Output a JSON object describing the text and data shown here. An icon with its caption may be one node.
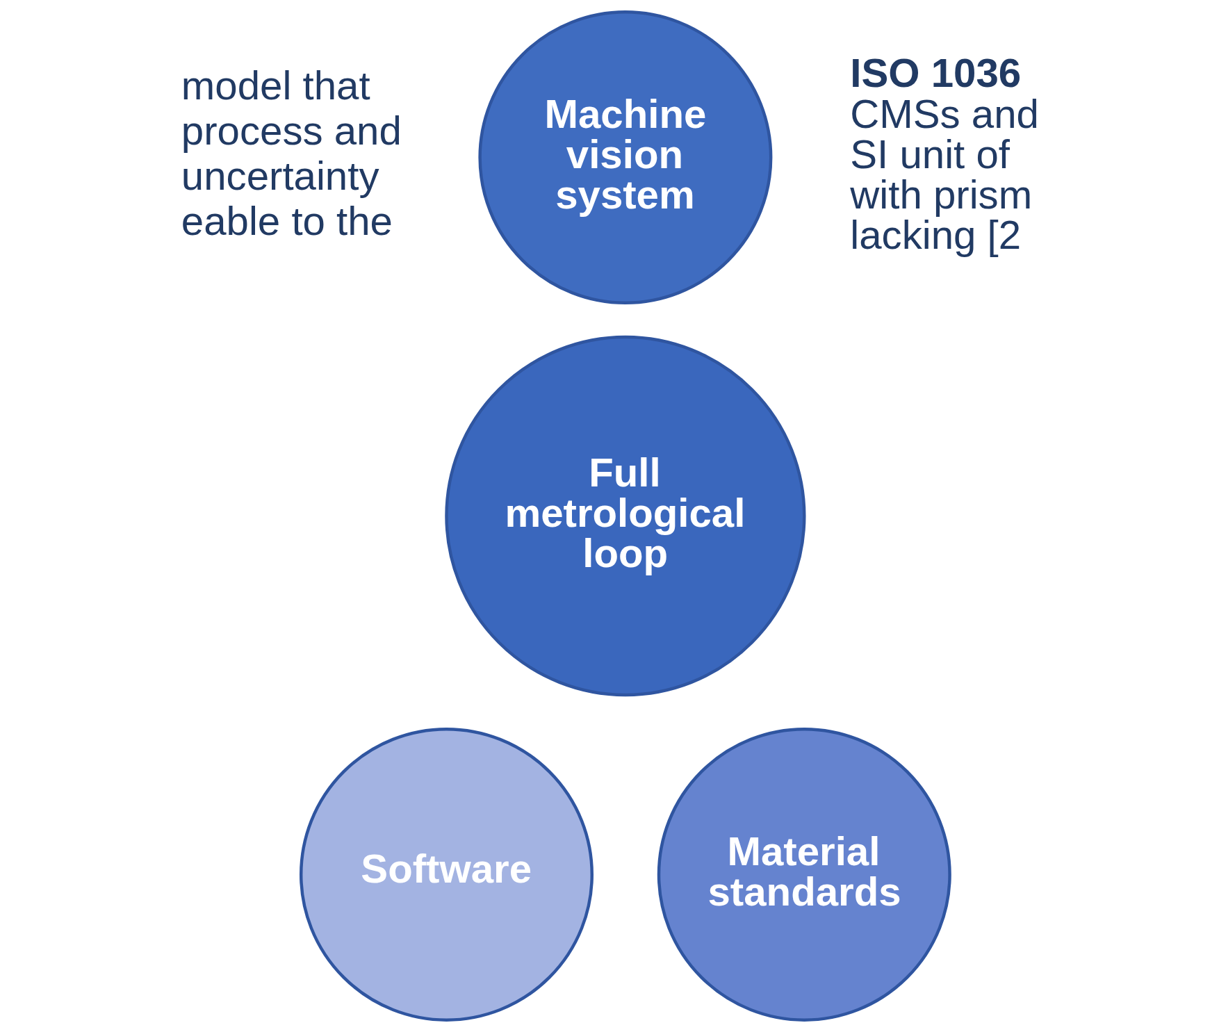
{
  "diagram": {
    "nodes": [
      {
        "text": [
          "Machine vision system"
        ]
      },
      {
        "text": [
          "Full metrological loop"
        ]
      },
      {
        "text": [
          "Software"
        ]
      },
      {
        "text": [
          "Material standards"
        ]
      }
    ],
    "labels": [
      "model that",
      "process and",
      "uncertainty",
      "eable to the",
      "ISO 1036",
      "CMSs and",
      "SI unit of",
      "with prism",
      "lacking [2"
    ]
  }
}
